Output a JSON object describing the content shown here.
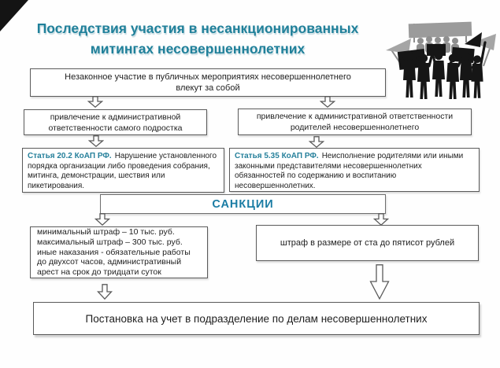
{
  "palette": {
    "accent_teal": "#20809a",
    "accent_blue": "#1a7ca4",
    "box_border": "#5a5a5a",
    "text": "#1e1e1e",
    "background": "#fefefe",
    "silhouette_black": "#161616",
    "silhouette_gray": "#9b9b9b"
  },
  "title": {
    "line1": "Последствия участия в несанкционированных",
    "line2": "митингах несовершеннолетних"
  },
  "illustration": {
    "name": "protest-crowd-silhouette"
  },
  "flow": {
    "intro": {
      "line1": "Незаконное участие в публичных мероприятиях несовершеннолетнего",
      "line2": "влекут за собой"
    },
    "branch_teen": {
      "line1": "привлечение к административной",
      "line2": "ответственности самого подростка"
    },
    "branch_parents": {
      "line1": "привлечение к административной ответственности",
      "line2": "родителей несовершеннолетнего"
    },
    "article_teen": {
      "label": "Статья 20.2 КоАП РФ.",
      "body": "Нарушение установленного порядка организации либо проведения собрания, митинга, демонстрации, шествия или пикетирования."
    },
    "article_parents": {
      "label": "Статья 5.35 КоАП РФ.",
      "body": "Неисполнение родителями или иными законными представителями несовершеннолетних обязанностей по содержанию и воспитанию несовершеннолетних."
    },
    "sanctions_header": "САНКЦИИ",
    "sanctions_teen": {
      "lines": [
        "минимальный штраф – 10 тыс. руб.",
        "максимальный штраф – 300 тыс. руб.",
        "иные наказания -  обязательные работы",
        "до двухсот часов, административный",
        "арест на срок до тридцати суток"
      ]
    },
    "sanctions_parents": "штраф в размере от ста до пятисот рублей",
    "outcome": "Постановка на учет в подразделение по делам несовершеннолетних"
  }
}
